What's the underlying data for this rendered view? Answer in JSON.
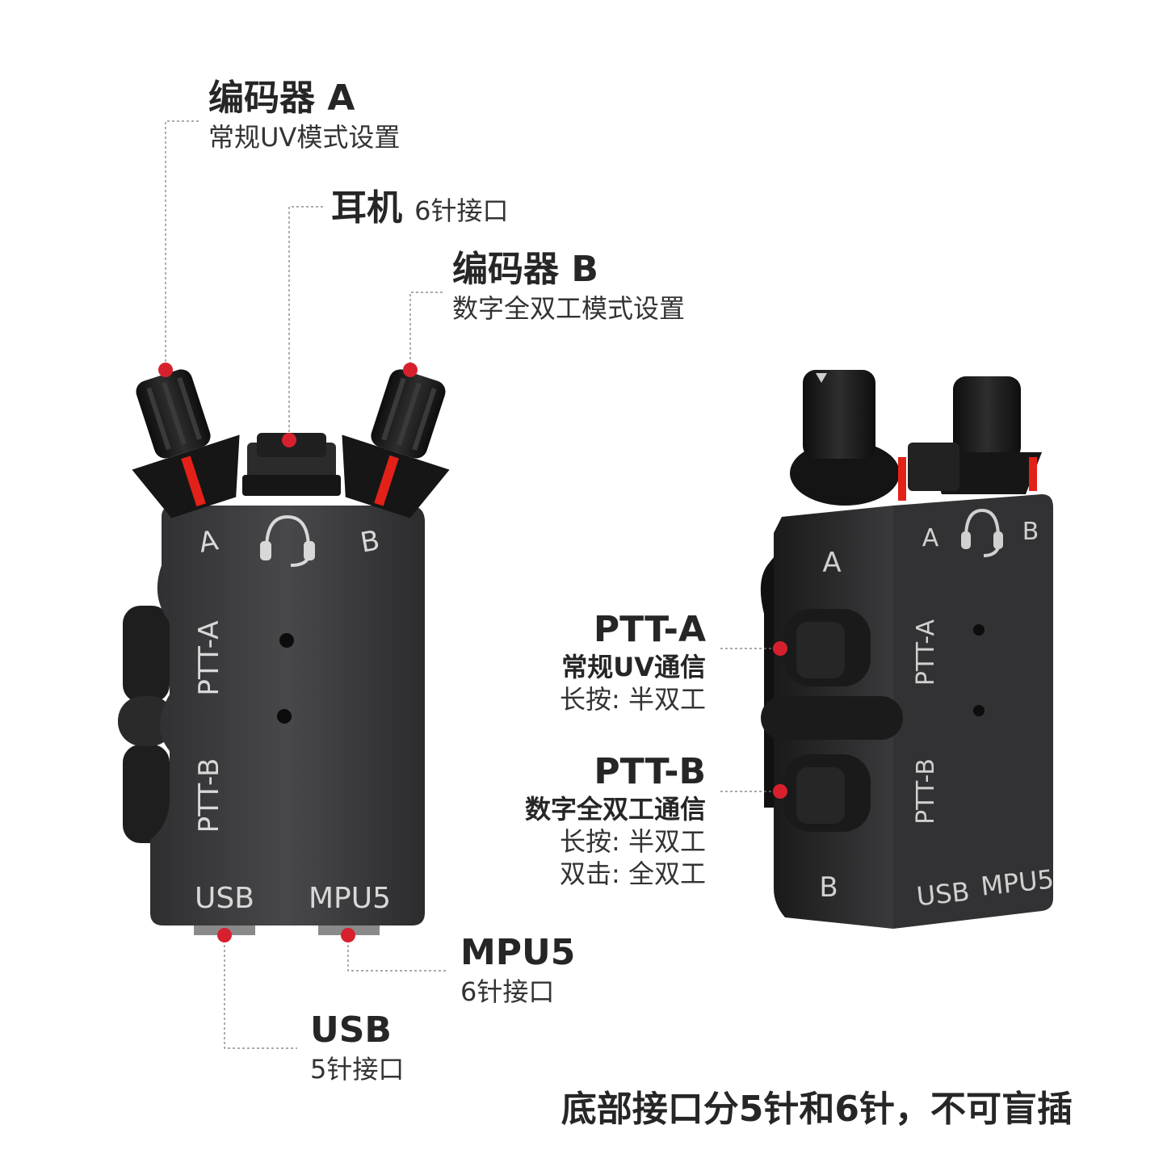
{
  "callouts": {
    "encoder_a": {
      "title": "编码器 A",
      "desc": "常规UV模式设置"
    },
    "headset": {
      "title": "耳机",
      "desc": "6针接口"
    },
    "encoder_b": {
      "title": "编码器 B",
      "desc": "数字全双工模式设置"
    },
    "ptt_a": {
      "title": "PTT-A",
      "line1": "常规UV通信",
      "line2": "长按: 半双工"
    },
    "ptt_b": {
      "title": "PTT-B",
      "line1": "数字全双工通信",
      "line2": "长按: 半双工",
      "line3": "双击: 全双工"
    },
    "mpu5": {
      "title": "MPU5",
      "desc": "6针接口"
    },
    "usb": {
      "title": "USB",
      "desc": "5针接口"
    }
  },
  "device_front": {
    "label_a": "A",
    "label_b": "B",
    "label_ptt_a": "PTT-A",
    "label_ptt_b": "PTT-B",
    "label_usb": "USB",
    "label_mpu5": "MPU5"
  },
  "device_side": {
    "label_a": "A",
    "label_b": "B",
    "label_ptt_a": "PTT-A",
    "label_ptt_b": "PTT-B",
    "label_usb": "USB",
    "label_mpu5": "MPU5",
    "side_a": "A",
    "side_b": "B"
  },
  "footer_note": "底部接口分5针和6针，不可盲插",
  "colors": {
    "marker": "#d7202e",
    "body": "#3c3c3e",
    "body_dark": "#1c1c1e",
    "knob": "#1a1a1a",
    "accent_red": "#e32119",
    "leader": "#777777"
  }
}
